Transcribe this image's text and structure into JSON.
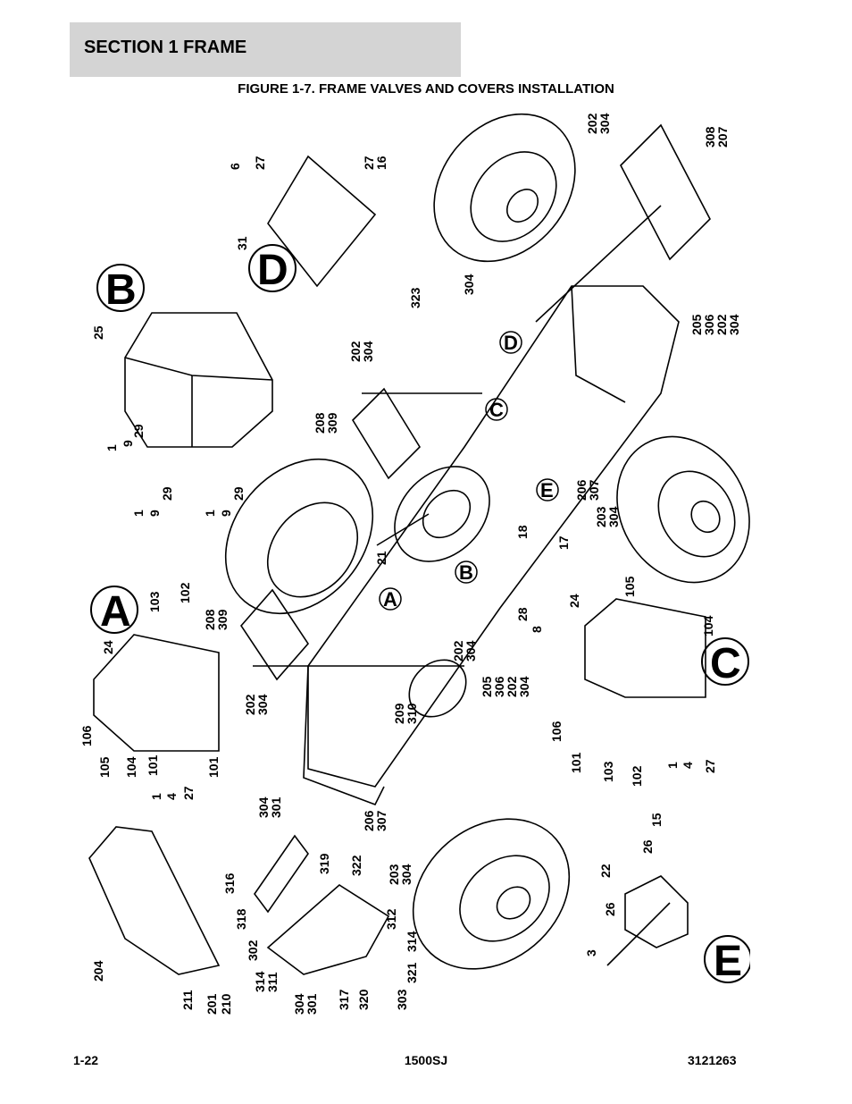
{
  "header": {
    "section_title": "SECTION 1  FRAME",
    "figure_title": "FIGURE 1-7. FRAME VALVES AND COVERS INSTALLATION"
  },
  "footer": {
    "page_number": "1-22",
    "model": "1500SJ",
    "document_number": "3121263"
  },
  "detail_letters": [
    "A",
    "B",
    "C",
    "D",
    "E"
  ],
  "callouts": [
    "1",
    "3",
    "4",
    "6",
    "8",
    "9",
    "15",
    "16",
    "17",
    "18",
    "21",
    "22",
    "24",
    "25",
    "26",
    "27",
    "28",
    "29",
    "31",
    "101",
    "102",
    "103",
    "104",
    "105",
    "106",
    "201",
    "202",
    "203",
    "204",
    "205",
    "206",
    "207",
    "208",
    "209",
    "210",
    "211",
    "301",
    "302",
    "303",
    "304",
    "306",
    "307",
    "308",
    "309",
    "310",
    "311",
    "312",
    "314",
    "316",
    "317",
    "318",
    "319",
    "320",
    "321",
    "322",
    "323"
  ]
}
